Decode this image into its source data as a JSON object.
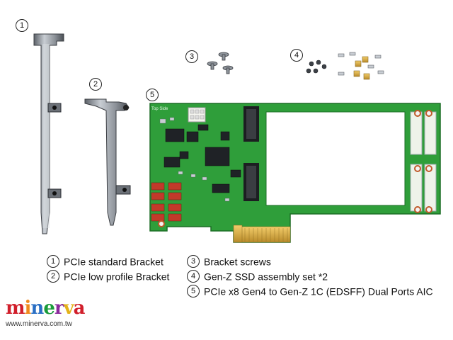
{
  "labels": {
    "item1": "1",
    "item2": "2",
    "item3": "3",
    "item4": "4",
    "item5": "5"
  },
  "legend": [
    {
      "num": "1",
      "text": "PCIe standard Bracket"
    },
    {
      "num": "2",
      "text": "PCIe low profile Bracket"
    },
    {
      "num": "3",
      "text": "Bracket screws"
    },
    {
      "num": "4",
      "text": "Gen-Z SSD assembly set *2"
    },
    {
      "num": "5",
      "text": "PCIe x8 Gen4 to Gen-Z 1C (EDSFF) Dual Ports AIC"
    }
  ],
  "pcb_label": "Top Side",
  "brand": {
    "logo": "minerva",
    "site": "www.minerva.com.tw",
    "colors": [
      "#d11f2b",
      "#f08a1c",
      "#2a6fc4",
      "#1a9b3a",
      "#8a2a9c",
      "#e4b21a",
      "#d11f2b"
    ]
  },
  "colors": {
    "pcb": "#2f9e3a",
    "pcb_dark": "#1f7a2a",
    "gold": "#d4a63a",
    "metal": "#9aa0a8"
  }
}
